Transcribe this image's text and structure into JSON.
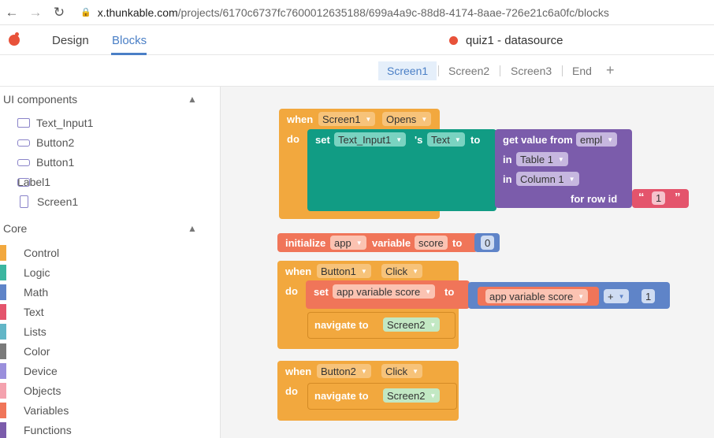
{
  "browser": {
    "url_host": "x.thunkable.com",
    "url_path": "/projects/6170c6737fc7600012635188/699a4a9c-88d8-4174-8aae-726e21c6a0fc/blocks"
  },
  "app": {
    "tabs": [
      "Design",
      "Blocks"
    ],
    "project_title": "quiz1 - datasource"
  },
  "screens": {
    "tabs": [
      "Screen1",
      "Screen2",
      "Screen3",
      "End"
    ],
    "add": "+"
  },
  "sidebar": {
    "ui_title": "UI components",
    "components": [
      "Text_Input1",
      "Button2",
      "Button1",
      "Label1",
      "Screen1"
    ],
    "core_title": "Core",
    "core_items": [
      {
        "label": "Control",
        "color": "#f2a83e"
      },
      {
        "label": "Logic",
        "color": "#3cb6a0"
      },
      {
        "label": "Math",
        "color": "#5f84c8"
      },
      {
        "label": "Text",
        "color": "#e4546c"
      },
      {
        "label": "Lists",
        "color": "#62b6c7"
      },
      {
        "label": "Color",
        "color": "#7a7a7a"
      },
      {
        "label": "Device",
        "color": "#9a8fdc"
      },
      {
        "label": "Objects",
        "color": "#f4a2ae"
      },
      {
        "label": "Variables",
        "color": "#f07559"
      },
      {
        "label": "Functions",
        "color": "#7b5cab"
      }
    ]
  },
  "blocks": {
    "b1": {
      "when": "when",
      "screen": "Screen1",
      "event": "Opens",
      "do": "do",
      "set": "set",
      "target": "Text_Input1",
      "poss": "'s",
      "prop": "Text",
      "to": "to",
      "get": "get value from",
      "src": "empl",
      "in1": "in",
      "table": "Table 1",
      "in2": "in",
      "column": "Column 1",
      "forrow": "for row id",
      "q_open": "“",
      "row": "1",
      "q_close": "”"
    },
    "b2": {
      "init": "initialize",
      "scope": "app",
      "var": "variable",
      "name": "score",
      "to": "to",
      "value": "0"
    },
    "b3": {
      "when": "when",
      "comp": "Button1",
      "event": "Click",
      "do": "do",
      "set": "set",
      "target": "app variable score",
      "to": "to",
      "operand": "app variable score",
      "op": "+",
      "num": "1",
      "navigate": "navigate to",
      "screen": "Screen2"
    },
    "b4": {
      "when": "when",
      "comp": "Button2",
      "event": "Click",
      "do": "do",
      "navigate": "navigate to",
      "screen": "Screen2"
    }
  }
}
